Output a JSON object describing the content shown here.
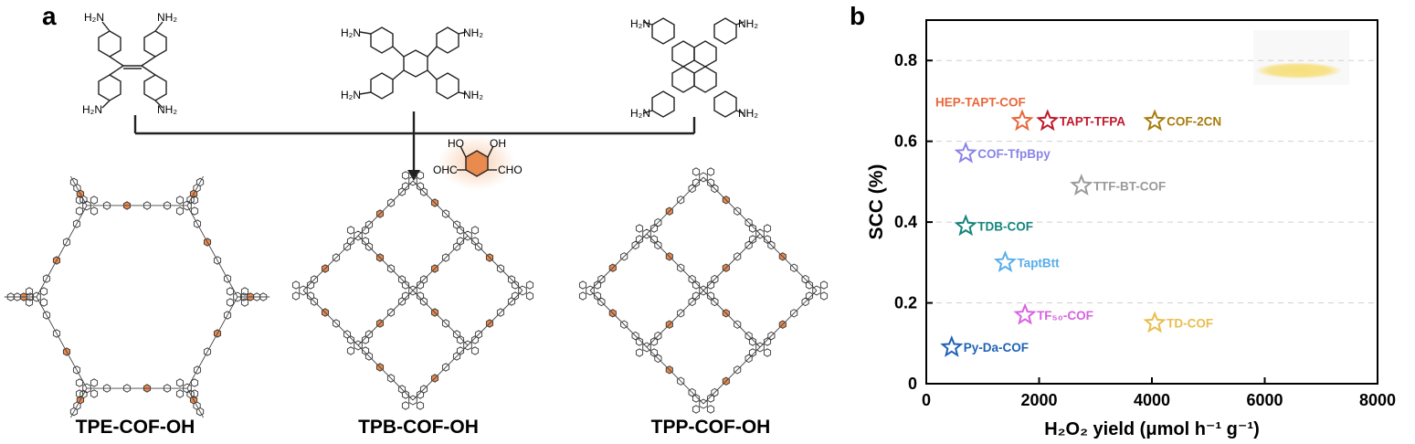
{
  "panel_a": {
    "letter": "a",
    "amine_label": "NH₂",
    "amine_label_left": "H₂N",
    "hydroxyl_label": "OH",
    "hydroxyl_label_short": "HO",
    "aldehyde_label": "CHO",
    "aldehyde_label_left": "OHC",
    "structures": [
      {
        "name": "TPE-COF-OH"
      },
      {
        "name": "TPB-COF-OH"
      },
      {
        "name": "TPP-COF-OH"
      }
    ],
    "colors": {
      "linker": "#e98a4f",
      "line": "#222222",
      "glow": "#f7c9a6"
    }
  },
  "panel_b": {
    "letter": "b"
  },
  "chart_data": {
    "type": "scatter",
    "marker": "star",
    "xlabel": "H₂O₂ yield (μmol h⁻¹ g⁻¹)",
    "ylabel": "SCC (%)",
    "xlim": [
      0,
      8000
    ],
    "ylim": [
      0,
      0.9
    ],
    "xticks": [
      0,
      2000,
      4000,
      6000,
      8000
    ],
    "yticks": [
      0,
      0.2,
      0.4,
      0.6,
      0.8
    ],
    "ytick_labels": [
      "0",
      "0.2",
      "0.4",
      "0.6",
      "0.8"
    ],
    "grid": "horizontal-dashed",
    "points": [
      {
        "label": "HEP-TAPT-COF",
        "x": 1700,
        "y": 0.65,
        "color": "#e8673a",
        "label_pos": "above"
      },
      {
        "label": "TAPT-TFPA",
        "x": 2150,
        "y": 0.65,
        "color": "#c0182a",
        "label_pos": "right"
      },
      {
        "label": "COF-2CN",
        "x": 4050,
        "y": 0.65,
        "color": "#a87c0c",
        "label_pos": "right"
      },
      {
        "label": "COF-TfpBpy",
        "x": 700,
        "y": 0.57,
        "color": "#8a84e6",
        "label_pos": "right"
      },
      {
        "label": "TTF-BT-COF",
        "x": 2750,
        "y": 0.49,
        "color": "#9a9a9a",
        "label_pos": "right"
      },
      {
        "label": "TDB-COF",
        "x": 700,
        "y": 0.39,
        "color": "#14857c",
        "label_pos": "right"
      },
      {
        "label": "TaptBtt",
        "x": 1400,
        "y": 0.3,
        "color": "#58aee8",
        "label_pos": "right"
      },
      {
        "label": "TF₅₀-COF",
        "x": 1750,
        "y": 0.17,
        "color": "#d762e0",
        "label_pos": "right"
      },
      {
        "label": "TD-COF",
        "x": 4050,
        "y": 0.15,
        "color": "#e9bd4f",
        "label_pos": "right"
      },
      {
        "label": "Py-Da-COF",
        "x": 450,
        "y": 0.09,
        "color": "#1f62b5",
        "label_pos": "right"
      }
    ],
    "highlight": {
      "x": 6600,
      "y": 0.775,
      "color": "#f7df7a"
    }
  }
}
